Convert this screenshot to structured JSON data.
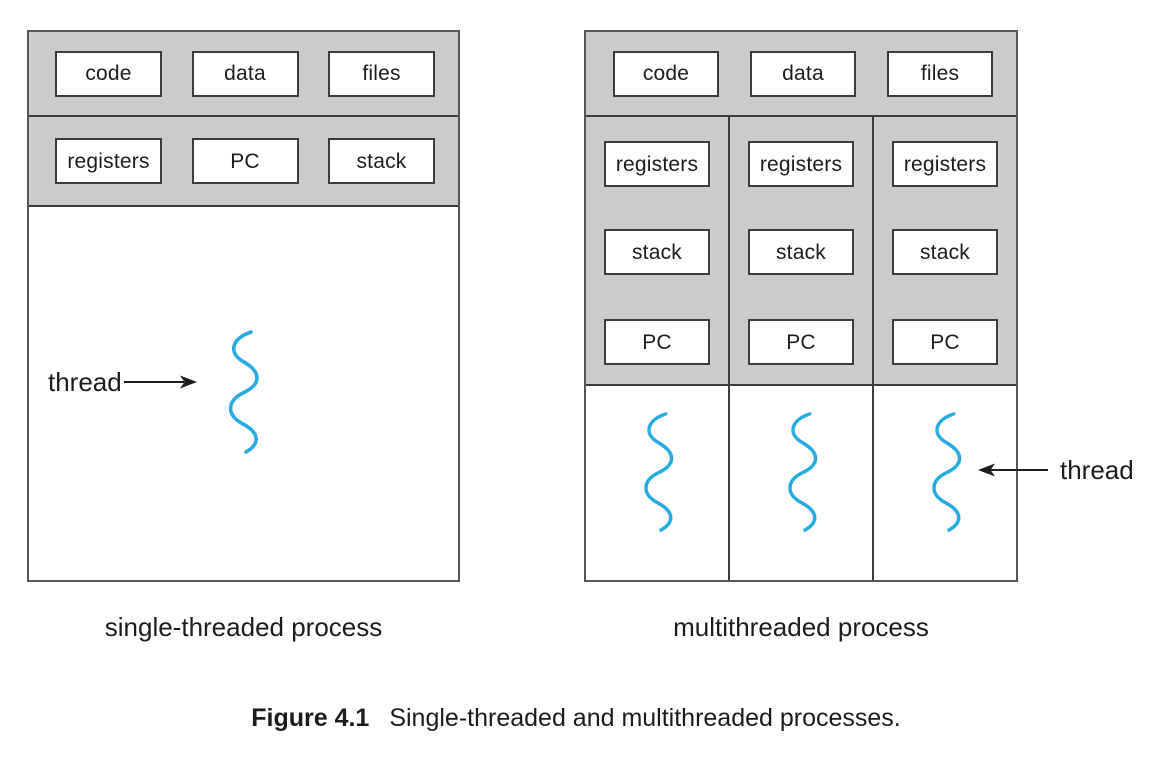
{
  "left": {
    "resources": [
      "code",
      "data",
      "files"
    ],
    "state": [
      "registers",
      "PC",
      "stack"
    ],
    "thread_label": "thread",
    "caption": "single-threaded process"
  },
  "right": {
    "resources": [
      "code",
      "data",
      "files"
    ],
    "per_thread": [
      "registers",
      "stack",
      "PC"
    ],
    "thread_count": 3,
    "thread_label": "thread",
    "caption": "multithreaded process"
  },
  "figure": {
    "label": "Figure 4.1",
    "caption": "Single-threaded and multithreaded processes."
  },
  "icons": {
    "thread": "cyan-wavy-line-squiggle",
    "pointer_left_diagram": "arrow-right",
    "pointer_right_diagram": "arrow-left"
  },
  "colors": {
    "region_gray": "#cbcbcb",
    "line_dark": "#3c3c3c",
    "outer_border": "#565658",
    "thread_cyan": "#29abe2",
    "text": "#1c1c1c",
    "background": "#ffffff"
  }
}
